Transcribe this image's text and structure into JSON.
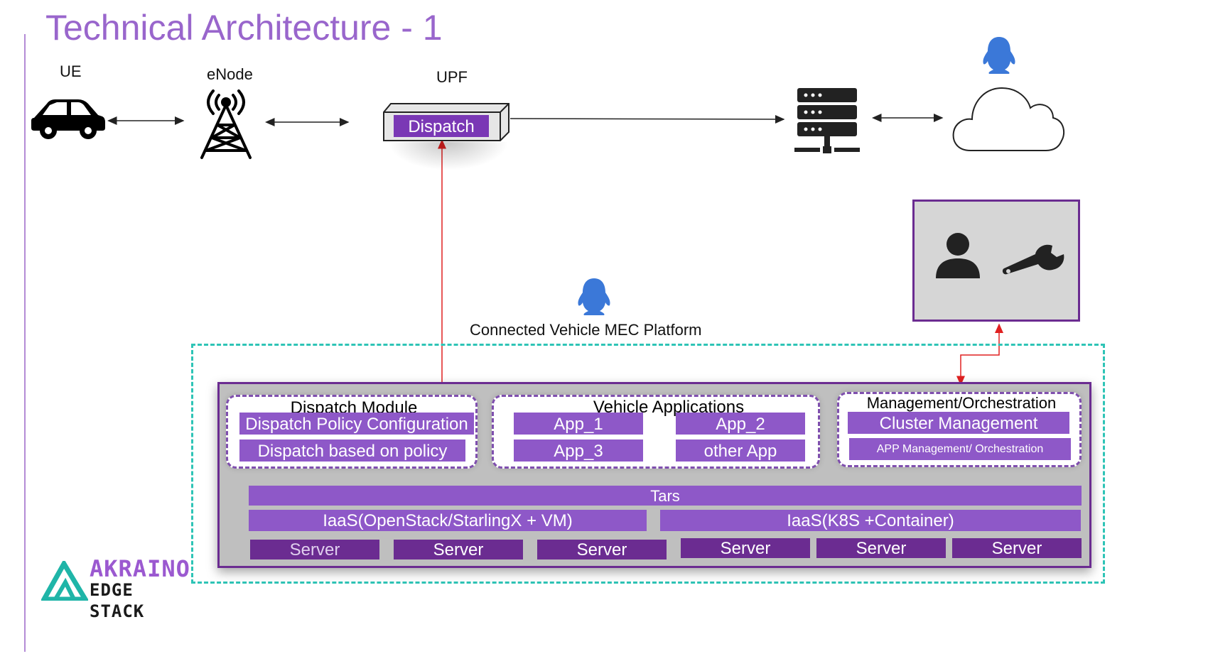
{
  "title": "Technical Architecture - 1",
  "top": {
    "ue_label": "UE",
    "enode_label": "eNode",
    "upf_label": "UPF",
    "dispatch_label": "Dispatch"
  },
  "platform_label": "Connected Vehicle MEC Platform",
  "dispatch_module": {
    "title": "Dispatch Module",
    "items": [
      "Dispatch Policy Configuration",
      "Dispatch based on policy"
    ]
  },
  "vehicle_apps": {
    "title": "Vehicle Applications",
    "items": [
      "App_1",
      "App_2",
      "App_3",
      "other App"
    ]
  },
  "management": {
    "title": "Management/Orchestration",
    "items": [
      "Cluster Management",
      "APP Management/ Orchestration"
    ]
  },
  "tars": "Tars",
  "iaas": [
    "IaaS(OpenStack/StarlingX + VM)",
    "IaaS(K8S +Container)"
  ],
  "servers": [
    "Server",
    "Server",
    "Server",
    "Server",
    "Server",
    "Server"
  ],
  "logo": {
    "line1": "AKRAINO",
    "line2": "EDGE STACK"
  },
  "colors": {
    "accent": "#9966cc",
    "purple": "#8e58c8",
    "dark_purple": "#6b2c91",
    "teal": "#2ec4b6",
    "arrow_red": "#e02020",
    "icon_blue": "#3b78d8"
  }
}
